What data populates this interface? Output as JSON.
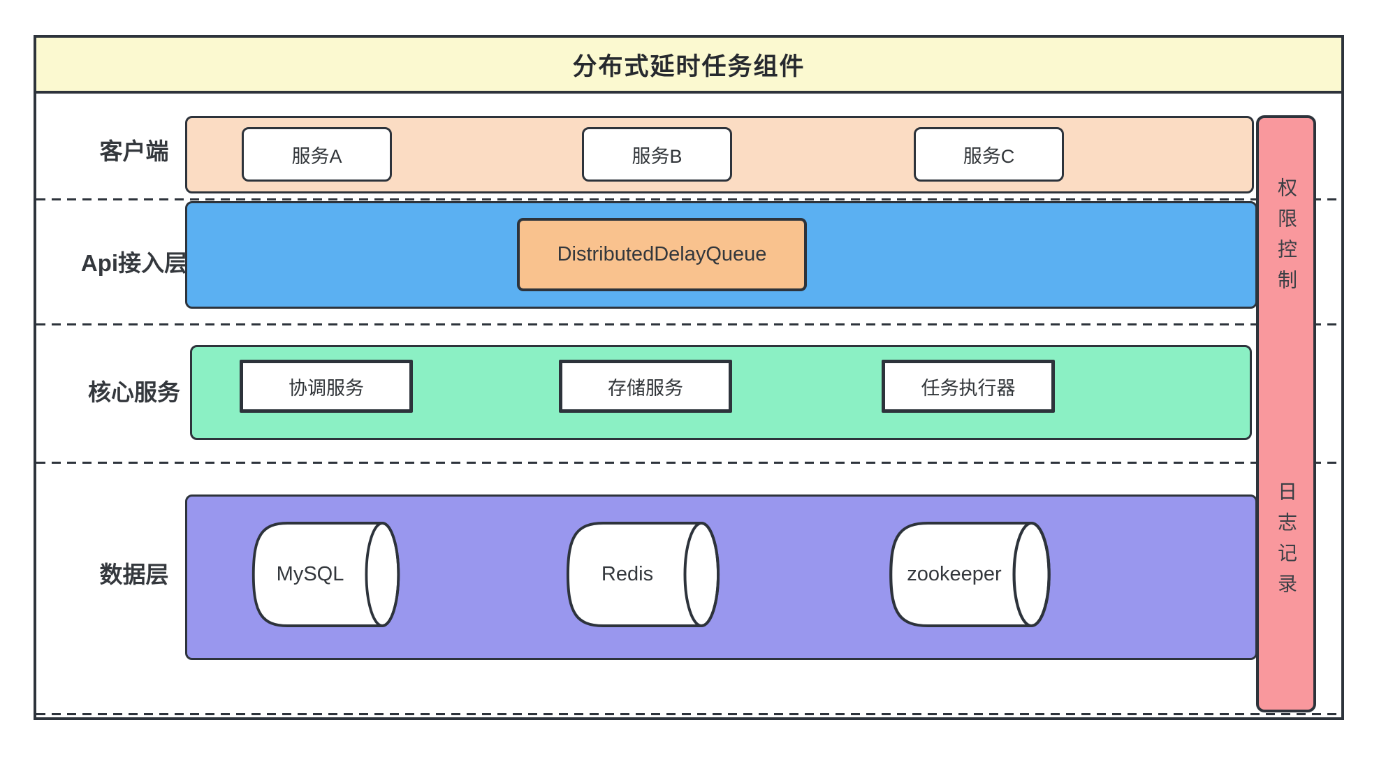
{
  "title": "分布式延时任务组件",
  "layers": {
    "client": {
      "label": "客户端",
      "services": [
        {
          "name": "服务A"
        },
        {
          "name": "服务B"
        },
        {
          "name": "服务C"
        }
      ]
    },
    "api": {
      "label": "Api接入层",
      "component": "DistributedDelayQueue"
    },
    "core": {
      "label": "核心服务",
      "services": [
        {
          "name": "协调服务"
        },
        {
          "name": "存储服务"
        },
        {
          "name": "任务执行器"
        }
      ]
    },
    "data": {
      "label": "数据层",
      "databases": [
        {
          "name": "MySQL"
        },
        {
          "name": "Redis"
        },
        {
          "name": "zookeeper"
        }
      ]
    }
  },
  "sidebars": {
    "permission": "权限控制",
    "logging": "日志记录"
  },
  "colors": {
    "outline": "#2d333b",
    "title_bg": "#fbf9d0",
    "client_band": "#fbdcc3",
    "api_band": "#5bb0f2",
    "api_component": "#f9c28e",
    "core_band": "#8bf0c4",
    "data_band": "#9997ee",
    "sidebar_bar": "#f9989d"
  }
}
